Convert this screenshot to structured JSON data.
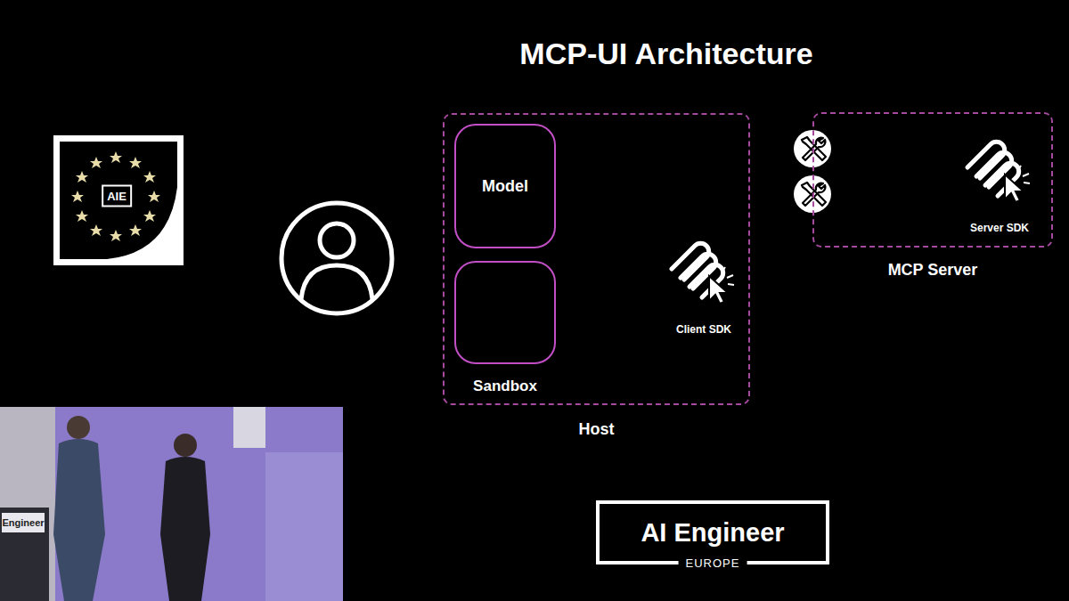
{
  "diagram": {
    "title": "MCP-UI Architecture",
    "nodes": [
      {
        "text": [
          "Host"
        ]
      },
      {
        "text": [
          "Model"
        ],
        "in": 0
      },
      {
        "text": [
          "Sandbox"
        ],
        "in": 0
      },
      {
        "text": [
          "MCP Server"
        ]
      }
    ],
    "edges": [],
    "labels": [
      "AIE",
      "Client SDK",
      "Server SDK",
      "AI Engineer",
      "EUROPE",
      "Engineer"
    ]
  }
}
